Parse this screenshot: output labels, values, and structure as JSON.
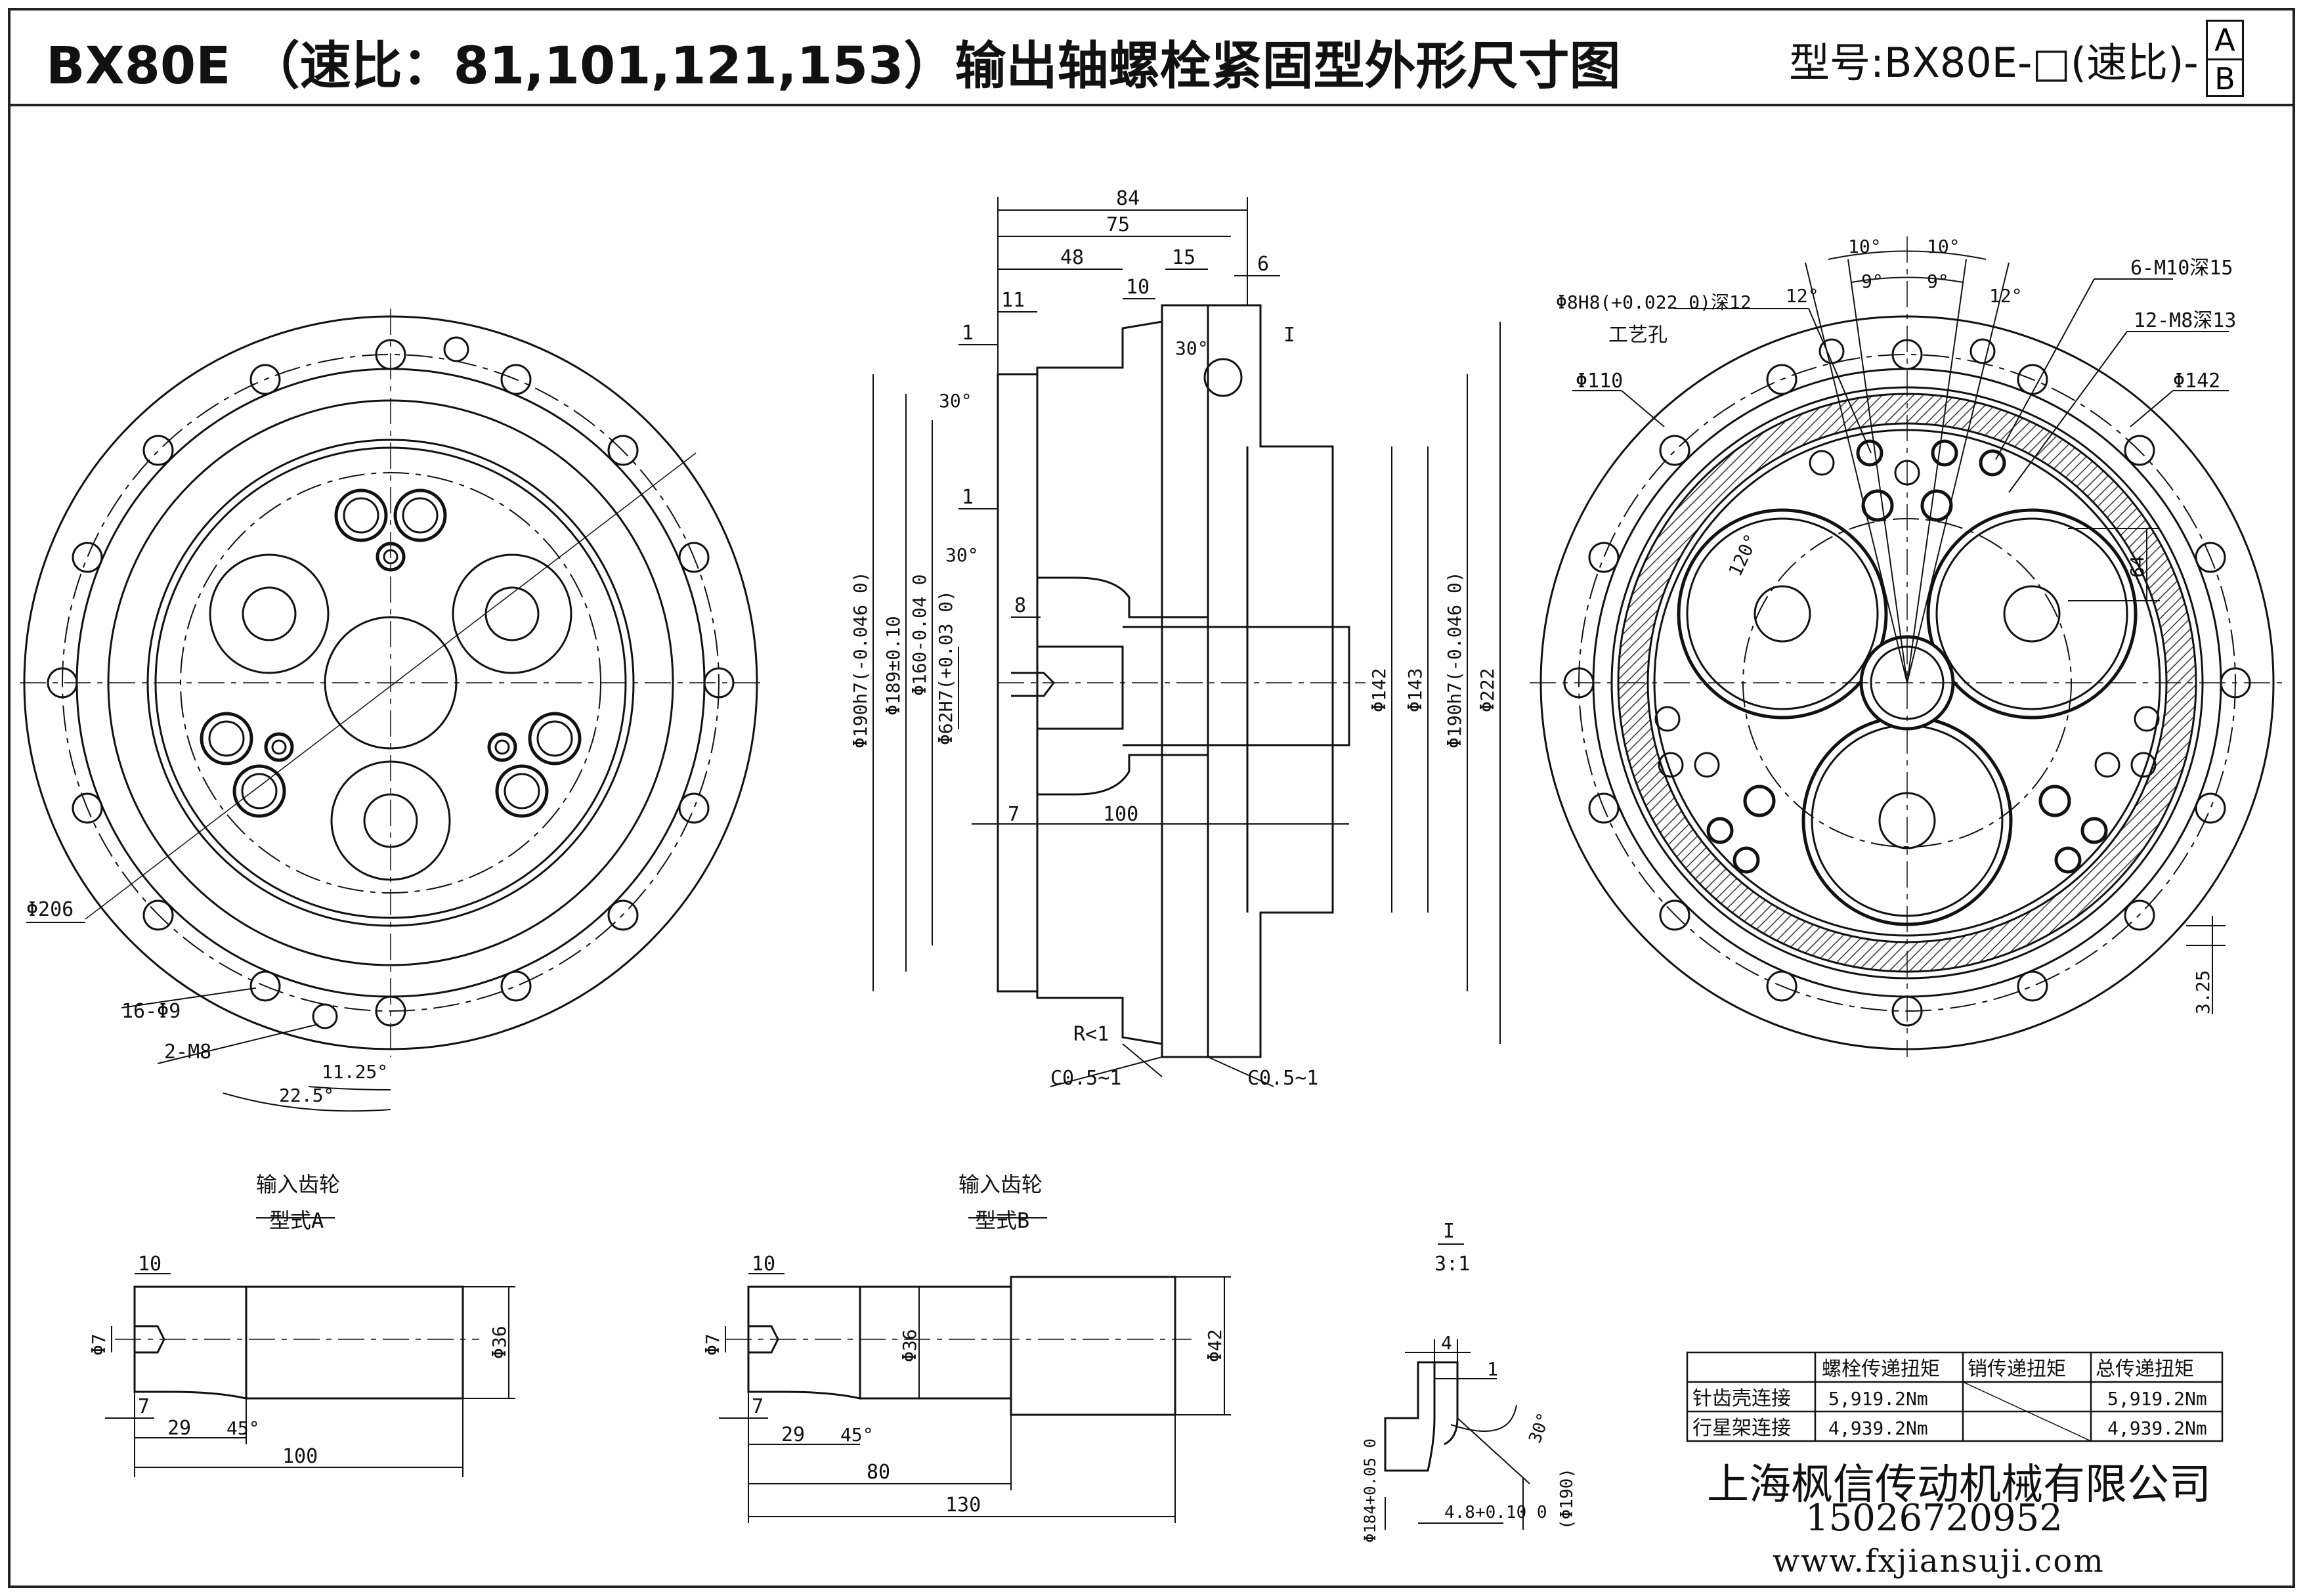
{
  "title": "BX80E （速比：81,101,121,153）输出轴螺栓紧固型外形尺寸图",
  "model_label": "型号:BX80E-□(速比)-",
  "model_box": {
    "top": "A",
    "bottom": "B"
  },
  "front_view": {
    "labels": {
      "d206": "Φ206",
      "holes16": "16-Φ9",
      "m8": "2-M8",
      "a1125": "11.25°",
      "a225": "22.5°"
    }
  },
  "section_view": {
    "dims": {
      "d84": "84",
      "d75": "75",
      "d48": "48",
      "d15": "15",
      "d10": "10",
      "d6": "6",
      "d11": "11",
      "d1a": "1",
      "d1b": "1",
      "d8": "8",
      "d7": "7",
      "d100": "100",
      "a30a": "30°",
      "a30b": "30°",
      "a30c": "30°",
      "detailI": "I",
      "r1": "R<1",
      "c05a": "C0.5~1",
      "c05b": "C0.5~1",
      "v190a": "Φ190h7(-0.046 0)",
      "v189": "Φ189±0.10",
      "v160": "Φ160-0.04 0",
      "v62": "Φ62H7(+0.03 0)",
      "v142": "Φ142",
      "v143": "Φ143",
      "v190b": "Φ190h7(-0.046 0)",
      "v222": "Φ222"
    }
  },
  "rear_view": {
    "labels": {
      "d8h8": "Φ8H8(+0.022 0)深12",
      "gyk": "工艺孔",
      "d110": "Φ110",
      "d142": "Φ142",
      "m10": "6-M10深15",
      "m8": "12-M8深13",
      "a10a": "10°",
      "a10b": "10°",
      "a9a": "9°",
      "a9b": "9°",
      "a12a": "12°",
      "a12b": "12°",
      "a120": "120°",
      "d64": "64",
      "d325": "3.25"
    }
  },
  "gear_a": {
    "heading": "输入齿轮",
    "sub": "型式A",
    "dims": {
      "d10": "10",
      "d7v": "Φ7",
      "d36": "Φ36",
      "d7": "7",
      "d29": "29",
      "a45": "45°",
      "d100": "100"
    }
  },
  "gear_b": {
    "heading": "输入齿轮",
    "sub": "型式B",
    "dims": {
      "d10": "10",
      "d7v": "Φ7",
      "d36": "Φ36",
      "d42": "Φ42",
      "d7": "7",
      "d29": "29",
      "a45": "45°",
      "d80": "80",
      "d130": "130"
    }
  },
  "detail": {
    "label": "I",
    "scale": "3:1",
    "dims": {
      "d4": "4",
      "d1": "1",
      "a30": "30°",
      "d184": "Φ184+0.05 0",
      "d48": "4.8+0.10 0",
      "d190": "(Φ190)"
    }
  },
  "torque_table": {
    "headers": [
      "",
      "螺栓传递扭矩",
      "销传递扭矩",
      "总传递扭矩"
    ],
    "rows": [
      [
        "针齿壳连接",
        "5,919.2Nm",
        "",
        "5,919.2Nm"
      ],
      [
        "行星架连接",
        "4,939.2Nm",
        "",
        "4,939.2Nm"
      ]
    ]
  },
  "company": "上海枫信传动机械有限公司",
  "phone": "15026720952",
  "website": "www.fxjiansuji.com"
}
